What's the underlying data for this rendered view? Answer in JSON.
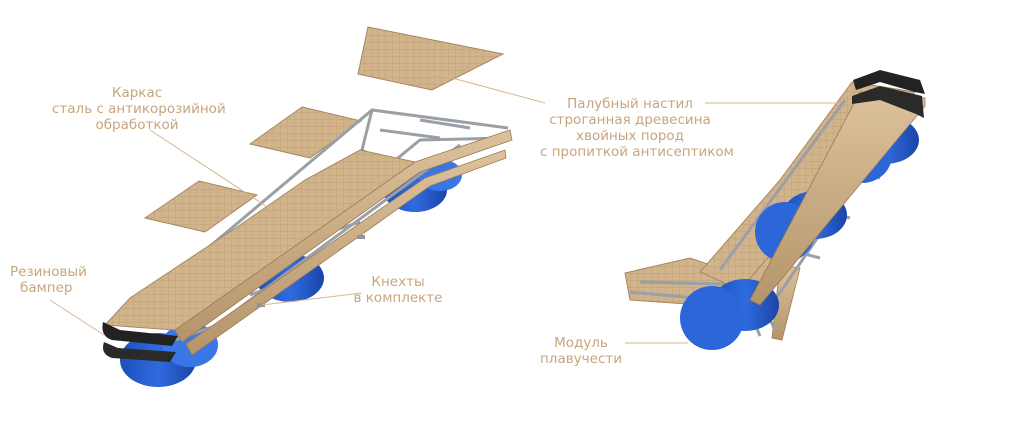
{
  "colors": {
    "label_text": "#c8a57c",
    "leader_line": "#d6b892",
    "wood_deck": "#d2b48c",
    "wood_grid": "#b79973",
    "steel_frame": "#9aa0a6",
    "float_blue": "#2a5fd0",
    "bumper_black": "#222222"
  },
  "labels": {
    "frame": [
      "Каркас",
      "сталь с антикорозийной",
      "обработкой"
    ],
    "decking": [
      "Палубный настил",
      "строганная древесина",
      "хвойных пород",
      "с пропиткой антисептиком"
    ],
    "bumper": [
      "Резиновый",
      "бампер"
    ],
    "cleats": [
      "Кнехты",
      "в комплекте"
    ],
    "float_module": [
      "Модуль",
      "плавучести"
    ]
  }
}
